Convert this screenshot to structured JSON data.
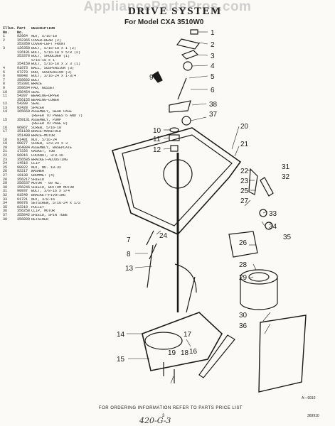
{
  "watermark": "AppliancePartsPros.com",
  "title": "DRIVE SYSTEM",
  "subtitle": "For Model CXA 3510W0",
  "table_header": {
    "no": "Illus. No.",
    "part": "Part No.",
    "desc": "DESCRIPTION"
  },
  "parts": [
    {
      "no": "1",
      "part": "92964",
      "desc": "NUT, 5/16-18"
    },
    {
      "no": "2",
      "part": "352365",
      "desc": "COVER—REAR (2)"
    },
    {
      "no": "",
      "part": "353350",
      "desc": "COVER—LEFT FRONT"
    },
    {
      "no": "3",
      "part": "126358",
      "desc": "BOLT, 5/16-18 x 1 (2)"
    },
    {
      "no": "",
      "part": "126101",
      "desc": "BOLT, 5/16-18 x 5/8 (2)"
    },
    {
      "no": "",
      "part": "353370",
      "desc": "BOLT, SHOULDER (1)"
    },
    {
      "no": "",
      "part": "",
      "desc": "5/16-18 x 1"
    },
    {
      "no": "",
      "part": "354150",
      "desc": "BOLT, 5/16-18 x 2 3 (1)"
    },
    {
      "no": "4",
      "part": "91073",
      "desc": "BALL, SUSPENSION (3)"
    },
    {
      "no": "5",
      "part": "97270",
      "desc": "ROD, SUSPENSION (3)"
    },
    {
      "no": "6",
      "part": "98048",
      "desc": "BOLT, 3/16-24 x 1-3/4"
    },
    {
      "no": "7",
      "part": "358602",
      "desc": "BOLT"
    },
    {
      "no": "8",
      "part": "353301",
      "desc": "BRACE"
    },
    {
      "no": "9",
      "part": "350634",
      "desc": "PAD, GUSSET"
    },
    {
      "no": "10",
      "part": "356454",
      "desc": "SEAL"
    },
    {
      "no": "11",
      "part": "54207",
      "desc": "BEARING—UPPER"
    },
    {
      "no": "",
      "part": "356155",
      "desc": "BEARING—LOWER"
    },
    {
      "no": "12",
      "part": "54209",
      "desc": "SEAL"
    },
    {
      "no": "13",
      "part": "92428",
      "desc": "SPACER"
    },
    {
      "no": "14",
      "part": "365660",
      "desc": "ASSEMBLY, GEAR CASE"
    },
    {
      "no": "",
      "part": "",
      "desc": "(REFER TO PAGES 6 AND 7)"
    },
    {
      "no": "15",
      "part": "359131",
      "desc": "ASSEMBLY, PUMP"
    },
    {
      "no": "",
      "part": "",
      "desc": "(REFER TO PAGE 8)"
    },
    {
      "no": "16",
      "part": "96867",
      "desc": "SCREW, 5/16-18"
    },
    {
      "no": "17",
      "part": "351100",
      "desc": "BRACE—MANIFOLD"
    },
    {
      "no": "",
      "part": "351499",
      "desc": "BRACE—MOTOR"
    },
    {
      "no": "18",
      "part": "91401",
      "desc": "NUT, 5/16-24"
    },
    {
      "no": "19",
      "part": "90877",
      "desc": "SCREW, 3/8-24 x 3"
    },
    {
      "no": "20",
      "part": "364084",
      "desc": "ASSEMBLY, BASEPLATE"
    },
    {
      "no": "21",
      "part": "17226",
      "desc": "GASKET, TUB"
    },
    {
      "no": "22",
      "part": "96016",
      "desc": "LOCKNUT, 3/8-16"
    },
    {
      "no": "23",
      "part": "356585",
      "desc": "BRACKET—ADJUSTING"
    },
    {
      "no": "24",
      "part": "14516",
      "desc": "CLIP"
    },
    {
      "no": "25",
      "part": "98022",
      "desc": "NUT, NO. 10-32"
    },
    {
      "no": "26",
      "part": "92217",
      "desc": "WASHER"
    },
    {
      "no": "27",
      "part": "19138",
      "desc": "GROMMET (4)"
    },
    {
      "no": "28",
      "part": "356217",
      "desc": "SHIELD"
    },
    {
      "no": "29",
      "part": "356537",
      "desc": "MOTOR - 60 HZ."
    },
    {
      "no": "30",
      "part": "356246",
      "desc": "SHIELD, BOTTOM MOTOR"
    },
    {
      "no": "31",
      "part": "90937",
      "desc": "BOLT, 3/8-16 x 3/4"
    },
    {
      "no": "32",
      "part": "91549",
      "desc": "BRACKET—PIVOTING"
    },
    {
      "no": "33",
      "part": "91721",
      "desc": "NUT, 3/8-16"
    },
    {
      "no": "34",
      "part": "90978",
      "desc": "SETSCREW, 5/16-24 x 1/2"
    },
    {
      "no": "35",
      "part": "92219",
      "desc": "PULLEY"
    },
    {
      "no": "36",
      "part": "356258",
      "desc": "CLIP, MOTOR"
    },
    {
      "no": "37",
      "part": "355842",
      "desc": "SHIELD, SPIN TUBE"
    },
    {
      "no": "38",
      "part": "356899",
      "desc": "RETAINER"
    }
  ],
  "callouts": [
    "1",
    "2",
    "3",
    "4",
    "5",
    "6",
    "7",
    "8",
    "9",
    "10",
    "11",
    "12",
    "13",
    "14",
    "15",
    "16",
    "17",
    "18",
    "19",
    "20",
    "21",
    "22",
    "23",
    "24",
    "25",
    "26",
    "27",
    "28",
    "29",
    "30",
    "31",
    "32",
    "33",
    "34",
    "35",
    "36",
    "37",
    "38"
  ],
  "figure_id": "A—9910",
  "footer": "FOR ORDERING INFORMATION REFER TO PARTS PRICE LIST",
  "page_number": "3",
  "doc_code": "369910",
  "handwriting": "420-G-3"
}
